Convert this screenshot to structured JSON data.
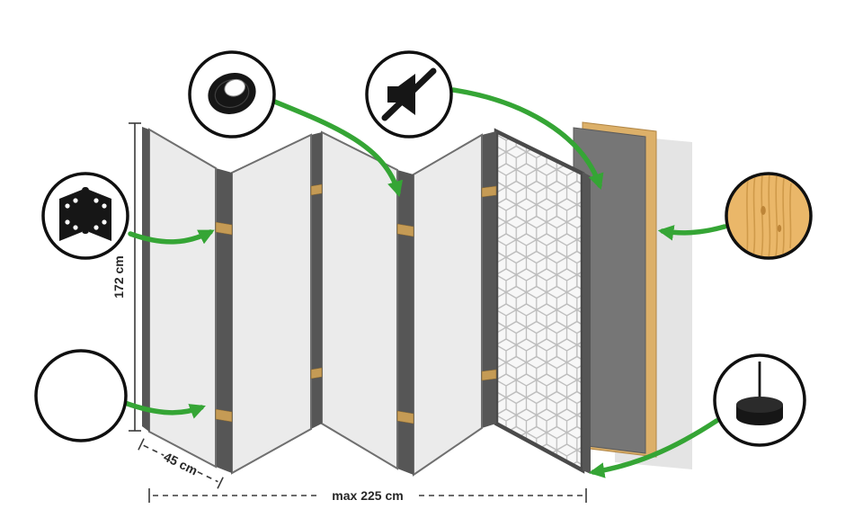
{
  "diagram": {
    "labels": {
      "height": "172 cm",
      "panel_width": "45 cm",
      "max_width": "max 225 cm"
    },
    "panel_count": 5,
    "icons": [
      {
        "name": "hinge-icon"
      },
      {
        "name": "tape-roll-icon"
      },
      {
        "name": "muted-speaker-icon"
      },
      {
        "name": "fleece-texture-icon"
      },
      {
        "name": "wood-texture-icon"
      },
      {
        "name": "pin-foot-icon"
      }
    ],
    "colors": {
      "arrow_green": "#35a535",
      "panel_face": "#ebebeb",
      "panel_edge": "#565656",
      "pattern_panel_bg": "#f7f7f7",
      "board_dark": "#767676",
      "frame_wood": "#dcb069",
      "hinge_wood": "#c59b55",
      "icon_black": "#161616"
    }
  }
}
